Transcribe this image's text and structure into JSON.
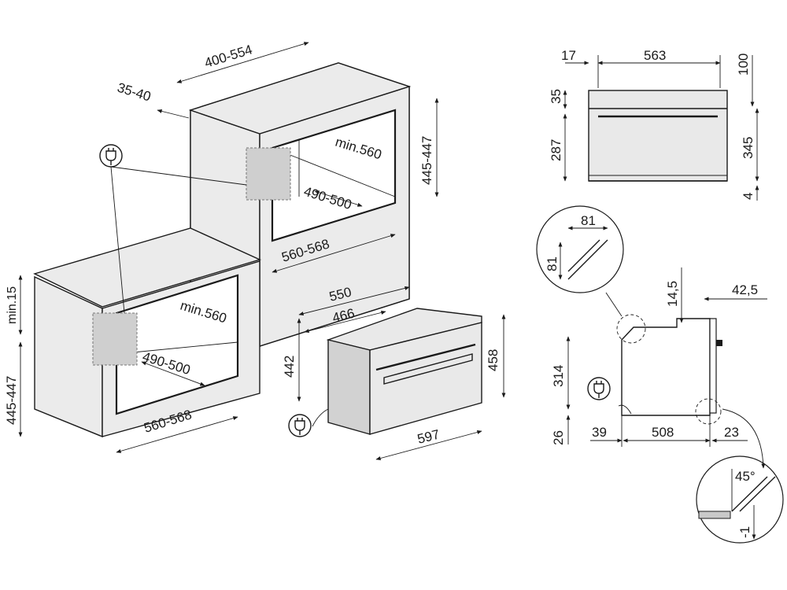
{
  "left_view": {
    "upper_cavity": {
      "depth_label": "400-554",
      "gap_label": "35-40",
      "height_label": "445-447",
      "inner_depth_label": "min.560",
      "diag_label": "490-500",
      "width_label": "560-568"
    },
    "lower_cavity": {
      "top_clearance_label": "min.15",
      "height_label": "445-447",
      "inner_depth_label": "min.560",
      "diag_label": "490-500",
      "width_label": "560-568"
    },
    "oven": {
      "depth_label": "550",
      "depth_inner_label": "466",
      "body_height_label": "442",
      "front_height_label": "458",
      "front_width_label": "597"
    }
  },
  "right_view": {
    "front": {
      "left_offset": "17",
      "width": "563",
      "top_gap": "100",
      "panel_height": "35",
      "body_height": "287",
      "total_height": "345",
      "foot": "4"
    },
    "side": {
      "detail_w": "81",
      "detail_h": "81",
      "top_offset": "14,5",
      "rear_offset": "42,5",
      "height": "314",
      "base": "26",
      "left_offset": "39",
      "depth": "508",
      "front_offset": "23",
      "angle": "45°",
      "minus": "-1"
    }
  }
}
